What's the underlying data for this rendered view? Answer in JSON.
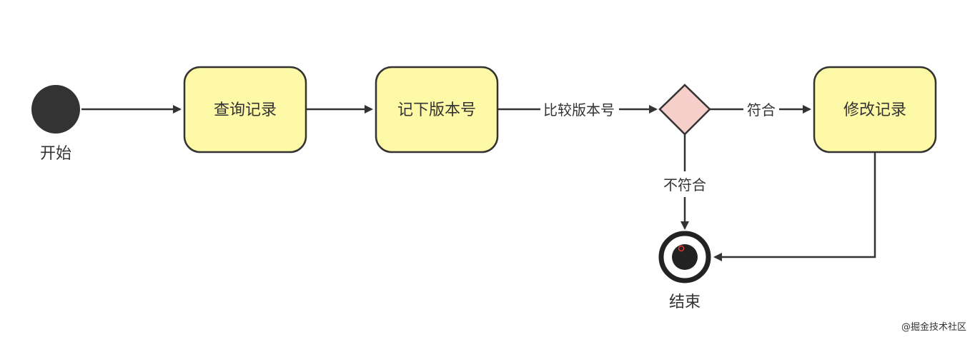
{
  "colors": {
    "stroke": "#333333",
    "action_fill": "#fef9a6",
    "decision_fill": "#f6cfca",
    "start_fill": "#333333",
    "end_fill": "#222222",
    "text": "#333333"
  },
  "nodes": {
    "start": {
      "label": "开始",
      "shape": "filled-circle"
    },
    "query": {
      "label": "查询记录",
      "shape": "rounded-rect"
    },
    "record_version": {
      "label": "记下版本号",
      "shape": "rounded-rect"
    },
    "decision": {
      "label": "",
      "shape": "diamond"
    },
    "modify": {
      "label": "修改记录",
      "shape": "rounded-rect"
    },
    "end": {
      "label": "结束",
      "shape": "bullseye"
    }
  },
  "edges": {
    "compare_label": "比较版本号",
    "match_label": "符合",
    "mismatch_label": "不符合"
  },
  "watermark": "@掘金技术社区"
}
